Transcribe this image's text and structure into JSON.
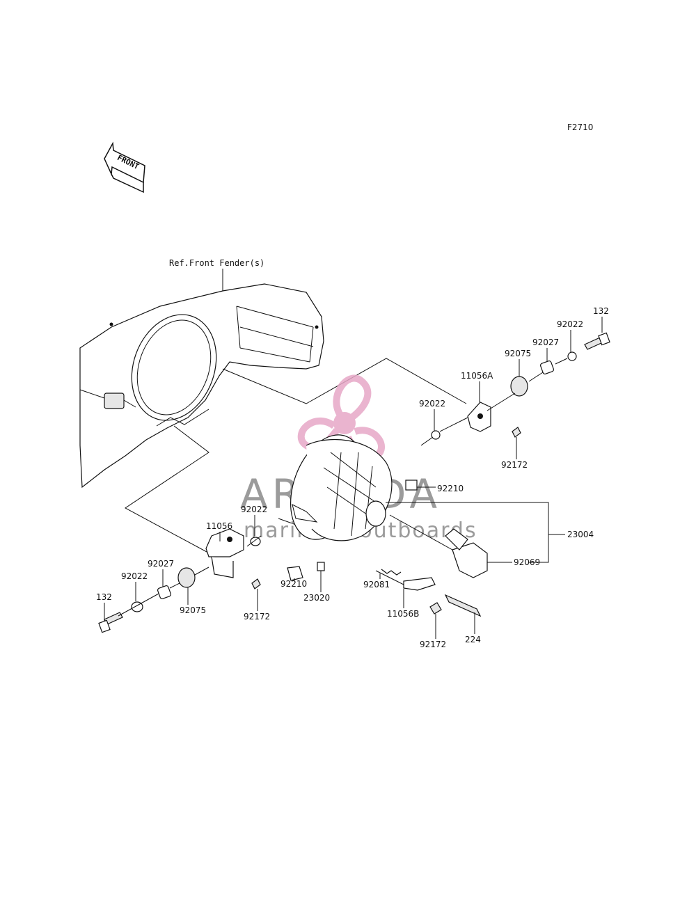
{
  "figure_code": "F2710",
  "front_arrow_label": "FRONT",
  "ref_label": "Ref.Front Fender(s)",
  "watermark": {
    "title": "ARMADA",
    "subtitle": "marine & outboards",
    "logo_color": "#e7a8c7"
  },
  "parts": {
    "p132_right": "132",
    "p92022_right_top": "92022",
    "p92027_right": "92027",
    "p92075_right": "92075",
    "p11056A": "11056A",
    "p92022_right_mid": "92022",
    "p92172_right": "92172",
    "p92210_upper": "92210",
    "p23004": "23004",
    "p92069": "92069",
    "p92022_left": "92022",
    "p11056": "11056",
    "p92027_left": "92027",
    "p92022_left_bottom": "92022",
    "p132_left": "132",
    "p92075_left": "92075",
    "p92172_left": "92172",
    "p92210_lower": "92210",
    "p23020": "23020",
    "p92081": "92081",
    "p11056B": "11056B",
    "p92172_bottom": "92172",
    "p224": "224"
  }
}
